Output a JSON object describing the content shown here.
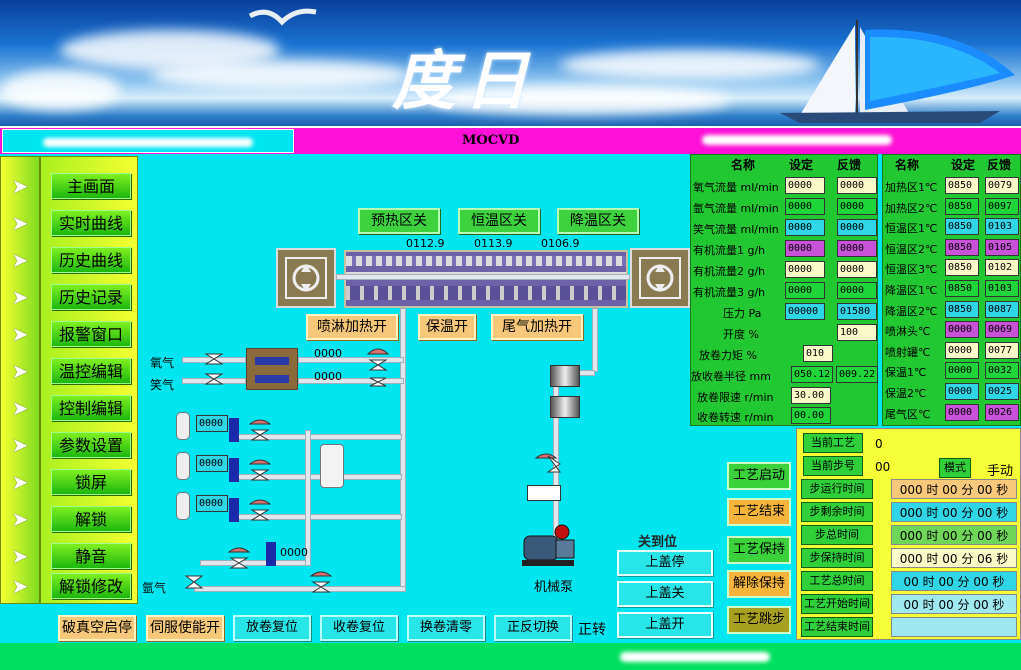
{
  "header": {
    "logo": "度日",
    "title": "MOCVD"
  },
  "nav": {
    "items": [
      "主画面",
      "实时曲线",
      "历史曲线",
      "历史记录",
      "报警窗口",
      "温控编辑",
      "控制编辑",
      "参数设置",
      "锁屏",
      "解锁",
      "静音",
      "解锁修改"
    ]
  },
  "zones": {
    "preheat_off": "预热区关",
    "constant_off": "恒温区关",
    "cool_off": "降温区关",
    "t1": "0112.9",
    "t2": "0113.9",
    "t3": "0106.9"
  },
  "heaters": {
    "spray_heat_on": "喷淋加热开",
    "keep_warm_on": "保温开",
    "tail_gas_heat_on": "尾气加热开"
  },
  "gas": {
    "oxygen": "氧气",
    "nitrous": "笑气",
    "argon": "氩气",
    "oxy_val": "0000",
    "nit_val": "0000",
    "bub1": "0000",
    "bub2": "0000",
    "bub3": "0000",
    "ar_val": "0000"
  },
  "pump": {
    "label": "机械泵"
  },
  "bottom_buttons": [
    "破真空启停",
    "伺服使能开",
    "放卷复位",
    "收卷复位",
    "换卷清零",
    "正反切换"
  ],
  "direction": "正转",
  "cover": {
    "title": "关到位",
    "buttons": [
      "上盖停",
      "上盖关",
      "上盖开"
    ]
  },
  "process_buttons": [
    "工艺启动",
    "工艺结束",
    "工艺保持",
    "解除保持",
    "工艺跳步"
  ],
  "flow_panel": {
    "headers": [
      "名称",
      "设定",
      "反馈"
    ],
    "rows": [
      {
        "name": "氧气流量 ml/min",
        "set": "0000",
        "fb": "0000",
        "color": "yellow"
      },
      {
        "name": "氩气流量 ml/min",
        "set": "0000",
        "fb": "0000",
        "color": "green"
      },
      {
        "name": "笑气流量 ml/min",
        "set": "0000",
        "fb": "0000",
        "color": "cyan"
      },
      {
        "name": "有机流量1 g/h",
        "set": "0000",
        "fb": "0000",
        "color": "pink"
      },
      {
        "name": "有机流量2 g/h",
        "set": "0000",
        "fb": "0000",
        "color": "yellow"
      },
      {
        "name": "有机流量3 g/h",
        "set": "0000",
        "fb": "0000",
        "color": "green"
      }
    ],
    "pressure_label": "压力 Pa",
    "pressure_set": "00000",
    "pressure_fb": "01580",
    "open_label": "开度 %",
    "open_val": "100",
    "unwind_torque_label": "放卷力矩 %",
    "unwind_torque": "010",
    "radius_label": "放收卷半径 mm",
    "radius1": "050.12",
    "radius2": "009.22",
    "unwind_speed_label": "放卷限速 r/min",
    "unwind_speed": "30.00",
    "wind_speed_label": "收卷转速 r/min",
    "wind_speed": "00.00"
  },
  "temp_panel": {
    "headers": [
      "名称",
      "设定",
      "反馈"
    ],
    "rows": [
      {
        "name": "加热区1℃",
        "set": "0850",
        "fb": "0079",
        "color": "yellow"
      },
      {
        "name": "加热区2℃",
        "set": "0850",
        "fb": "0097",
        "color": "green"
      },
      {
        "name": "恒温区1℃",
        "set": "0850",
        "fb": "0103",
        "color": "cyan"
      },
      {
        "name": "恒温区2℃",
        "set": "0850",
        "fb": "0105",
        "color": "pink"
      },
      {
        "name": "恒温区3℃",
        "set": "0850",
        "fb": "0102",
        "color": "yellow"
      },
      {
        "name": "降温区1℃",
        "set": "0850",
        "fb": "0103",
        "color": "green"
      },
      {
        "name": "降温区2℃",
        "set": "0850",
        "fb": "0087",
        "color": "cyan"
      },
      {
        "name": "喷淋头℃",
        "set": "0000",
        "fb": "0069",
        "color": "pink"
      },
      {
        "name": "喷射罐℃",
        "set": "0000",
        "fb": "0077",
        "color": "yellow"
      },
      {
        "name": "保温1℃",
        "set": "0000",
        "fb": "0032",
        "color": "green"
      },
      {
        "name": "保温2℃",
        "set": "0000",
        "fb": "0025",
        "color": "cyan"
      },
      {
        "name": "尾气区℃",
        "set": "0000",
        "fb": "0026",
        "color": "pink"
      }
    ]
  },
  "status": {
    "cur_process_label": "当前工艺",
    "cur_process": "0",
    "cur_step_label": "当前步号",
    "cur_step": "00",
    "mode_label": "模式",
    "mode": "手动",
    "rows": [
      {
        "label": "步运行时间",
        "value": "000 时 00 分 00 秒",
        "color": "#f8c87a"
      },
      {
        "label": "步剩余时间",
        "value": "000 时 00 分 00 秒",
        "color": "#2fd6e6"
      },
      {
        "label": "步总时间",
        "value": "000 时 00 分 00 秒",
        "color": "#6fd65a"
      },
      {
        "label": "步保持时间",
        "value": "000 时 00 分 06 秒",
        "color": "#fbfbc9"
      },
      {
        "label": "工艺总时间",
        "value": "00 时 00 分 00 秒",
        "color": "#2fd6e6"
      },
      {
        "label": "工艺开始时间",
        "value": "00 时 00 分 00 秒",
        "color": "#9fe8f0"
      },
      {
        "label": "工艺结束时间",
        "value": "",
        "color": "#9fe8f0"
      }
    ]
  }
}
